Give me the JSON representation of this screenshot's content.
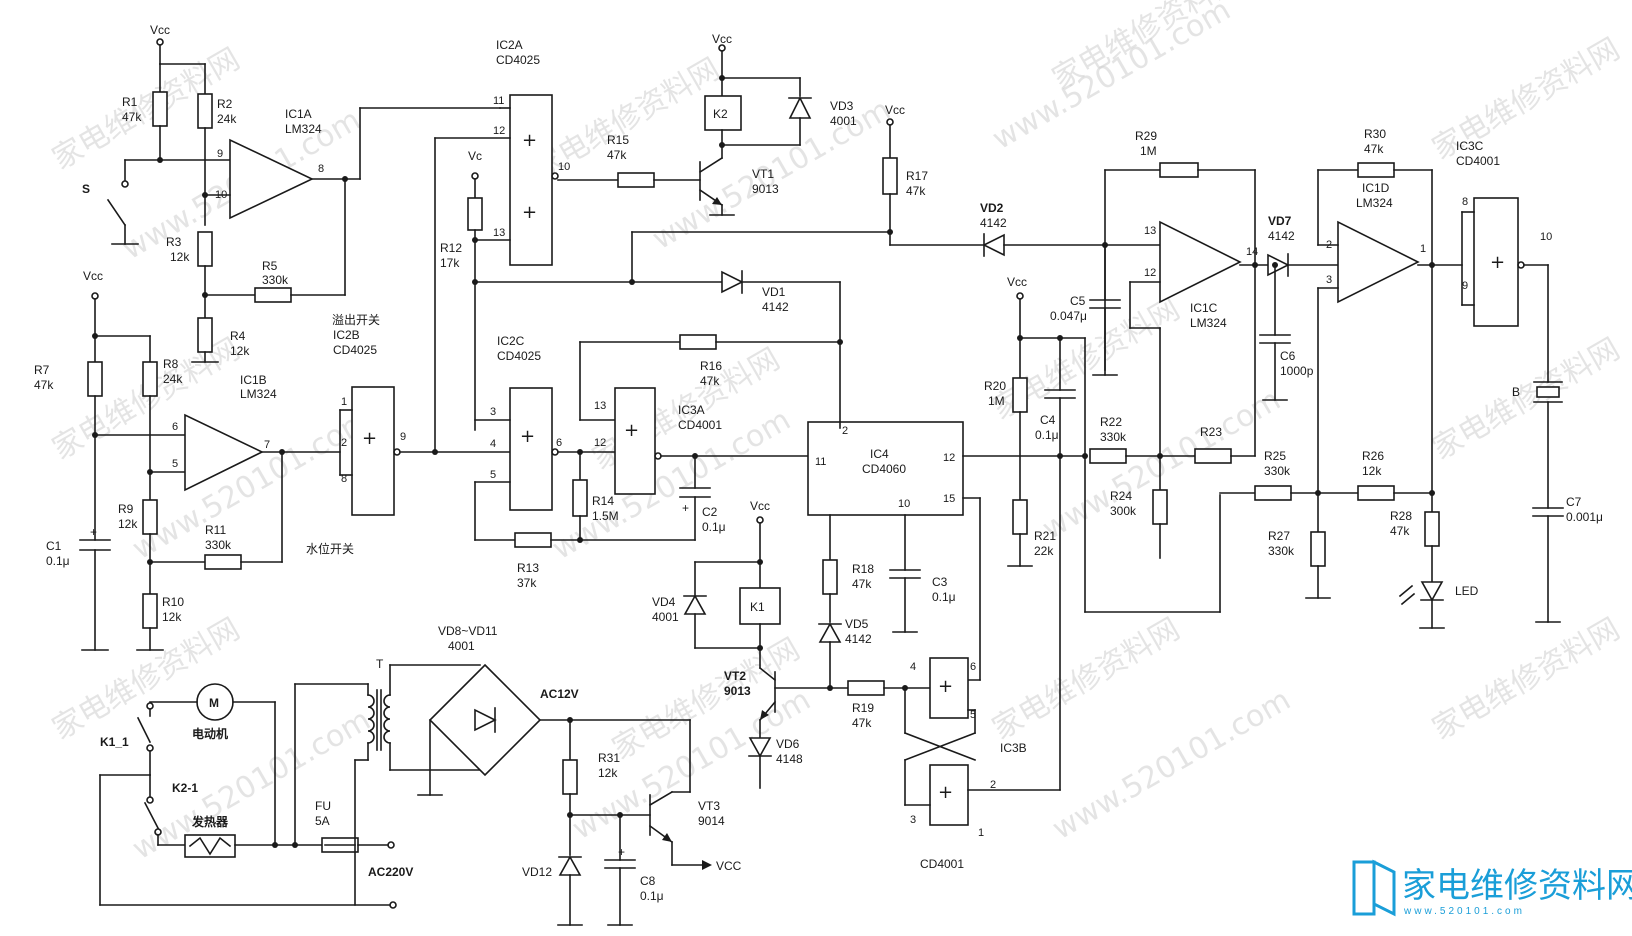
{
  "labels": {
    "vcc": "Vcc",
    "vc": "Vc",
    "vcc_out": "VCC",
    "ac12v": "AC12V",
    "ac220v": "AC220V",
    "switch_s": "S",
    "motor_letter": "M",
    "motor": "电动机",
    "heater": "发热器",
    "water_switch": "水位开关",
    "overflow_switch": "溢出开关",
    "k1_1": "K1_1",
    "k2_1": "K2-1",
    "fu": "FU",
    "fu_val": "5A",
    "t": "T",
    "b": "B",
    "led": "LED",
    "cd4001_bottom": "CD4001",
    "ic3b": "IC3B",
    "vd8_11": "VD8~VD11",
    "vd8_11_val": "4001"
  },
  "ics": {
    "ic1a": [
      "IC1A",
      "LM324"
    ],
    "ic1b": [
      "IC1B",
      "LM324"
    ],
    "ic1c": [
      "IC1C",
      "LM324"
    ],
    "ic1d": [
      "IC1D",
      "LM324"
    ],
    "ic2a": [
      "IC2A",
      "CD4025"
    ],
    "ic2b": [
      "IC2B",
      "CD4025"
    ],
    "ic2c": [
      "IC2C",
      "CD4025"
    ],
    "ic3a": [
      "IC3A",
      "CD4001"
    ],
    "ic3c": [
      "IC3C",
      "CD4001"
    ],
    "ic4": [
      "IC4",
      "CD4060"
    ]
  },
  "parts": {
    "r1": [
      "R1",
      "47k"
    ],
    "r2": [
      "R2",
      "24k"
    ],
    "r3": [
      "R3",
      "12k"
    ],
    "r4": [
      "R4",
      "12k"
    ],
    "r5": [
      "R5",
      "330k"
    ],
    "r7": [
      "R7",
      "47k"
    ],
    "r8": [
      "R8",
      "24k"
    ],
    "r9": [
      "R9",
      "12k"
    ],
    "r10": [
      "R10",
      "12k"
    ],
    "r11": [
      "R11",
      "330k"
    ],
    "r12": [
      "R12",
      "17k"
    ],
    "r13": [
      "R13",
      "37k"
    ],
    "r14": [
      "R14",
      "1.5M"
    ],
    "r15": [
      "R15",
      "47k"
    ],
    "r16": [
      "R16",
      "47k"
    ],
    "r17": [
      "R17",
      "47k"
    ],
    "r18": [
      "R18",
      "47k"
    ],
    "r19": [
      "R19",
      "47k"
    ],
    "r20": [
      "R20",
      "1M"
    ],
    "r21": [
      "R21",
      "22k"
    ],
    "r22": [
      "R22",
      "330k"
    ],
    "r23": [
      "R23",
      ""
    ],
    "r24": [
      "R24",
      "300k"
    ],
    "r25": [
      "R25",
      "330k"
    ],
    "r26": [
      "R26",
      "12k"
    ],
    "r27": [
      "R27",
      "330k"
    ],
    "r28": [
      "R28",
      "47k"
    ],
    "r29": [
      "R29",
      "1M"
    ],
    "r30": [
      "R30",
      "47k"
    ],
    "r31": [
      "R31",
      "12k"
    ],
    "c1": [
      "C1",
      "0.1μ"
    ],
    "c2": [
      "C2",
      "0.1μ"
    ],
    "c3": [
      "C3",
      "0.1μ"
    ],
    "c4": [
      "C4",
      "0.1μ"
    ],
    "c5": [
      "C5",
      "0.047μ"
    ],
    "c6": [
      "C6",
      "1000p"
    ],
    "c7": [
      "C7",
      "0.001μ"
    ],
    "c8": [
      "C8",
      "0.1μ"
    ],
    "vd1": [
      "VD1",
      "4142"
    ],
    "vd2": [
      "VD2",
      "4142"
    ],
    "vd3": [
      "VD3",
      "4001"
    ],
    "vd4": [
      "VD4",
      "4001"
    ],
    "vd5": [
      "VD5",
      "4142"
    ],
    "vd6": [
      "VD6",
      "4148"
    ],
    "vd7": [
      "VD7",
      "4142"
    ],
    "vd12": [
      "VD12",
      ""
    ],
    "vt1": [
      "VT1",
      "9013"
    ],
    "vt2": [
      "VT2",
      "9013"
    ],
    "vt3": [
      "VT3",
      "9014"
    ],
    "k1": [
      "K1"
    ],
    "k2": [
      "K2"
    ]
  },
  "watermark": {
    "text": "家电维修资料网",
    "url": "www.520101.com"
  },
  "logo": {
    "name": "家电维修资料网",
    "url": "www.520101.com"
  }
}
